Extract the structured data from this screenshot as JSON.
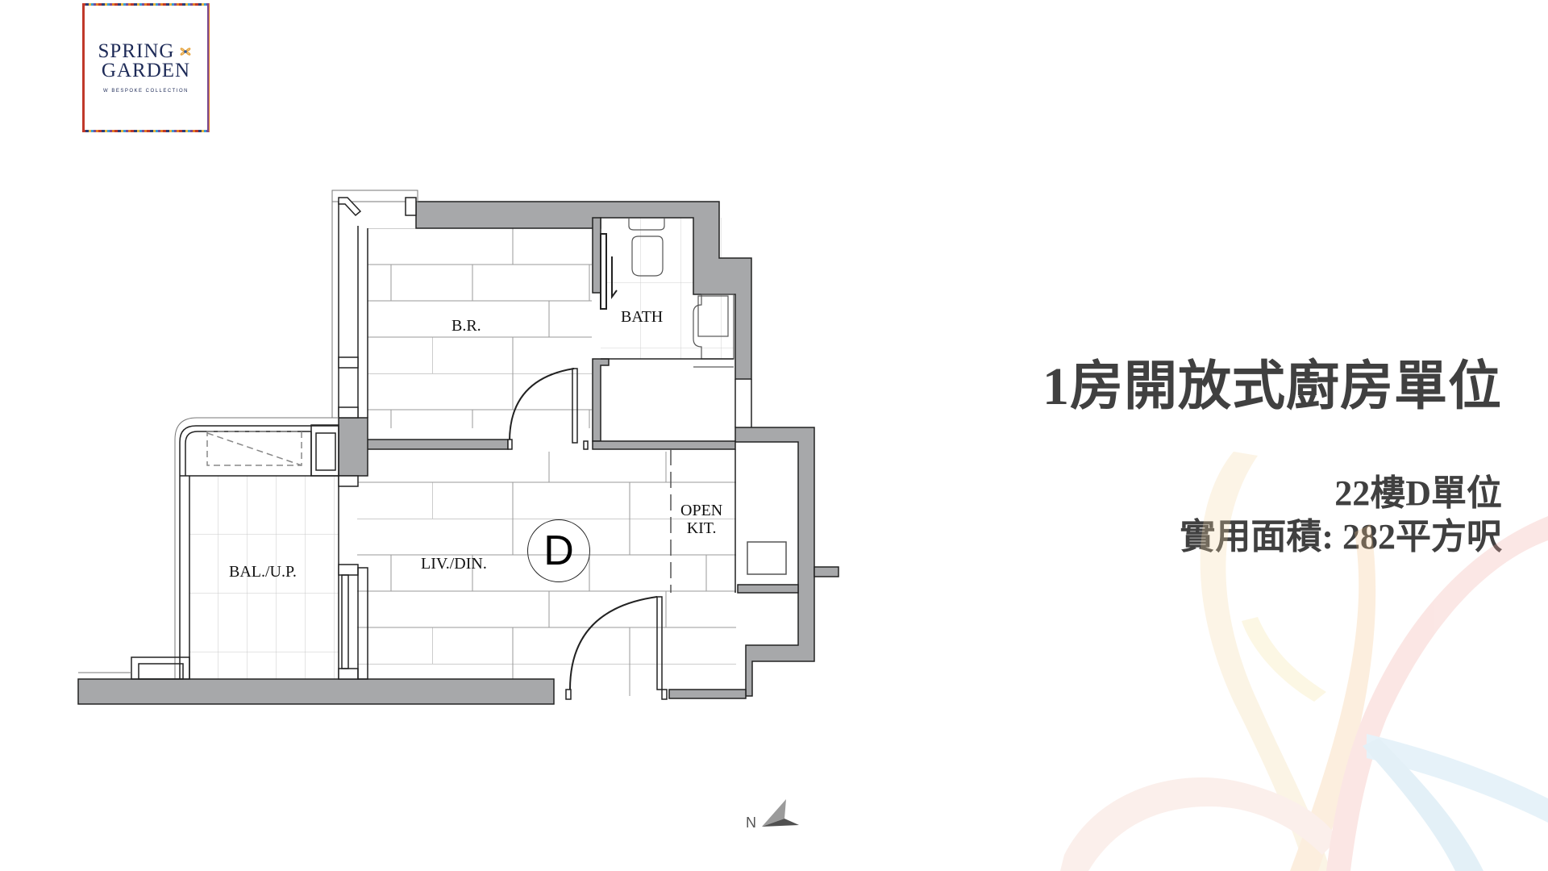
{
  "brand": {
    "line1": "SPRING",
    "line2": "GARDEN",
    "tagline": "W  BESPOKE  COLLECTION",
    "colors": {
      "text": "#1d2a57",
      "flower": "#e5a23b"
    }
  },
  "floor_plan": {
    "unit_letter": "D",
    "rooms": [
      {
        "id": "bedroom",
        "label": "B.R."
      },
      {
        "id": "bathroom",
        "label": "BATH"
      },
      {
        "id": "living_dining",
        "label": "LIV./DIN."
      },
      {
        "id": "open_kitchen",
        "label_line1": "OPEN",
        "label_line2": "KIT."
      },
      {
        "id": "balcony",
        "label": "BAL./U.P."
      }
    ],
    "wall_color": "#a7a8aa",
    "line_color": "#222222"
  },
  "info": {
    "title": "1房開放式廚房單位",
    "unit_line": "22樓D單位",
    "area_line": "實用面積: 282平方呎",
    "text_color": "#404040"
  },
  "compass": {
    "label": "N"
  }
}
